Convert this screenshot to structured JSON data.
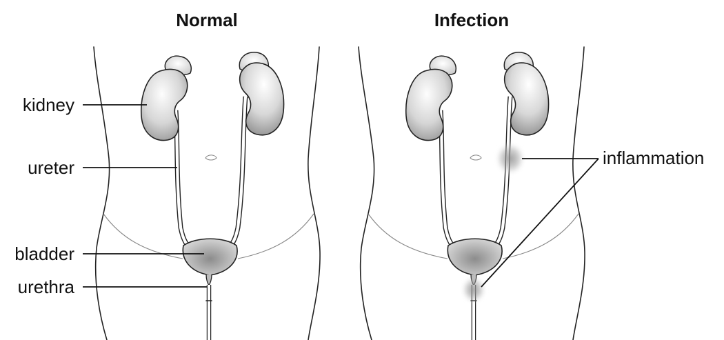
{
  "titles": {
    "normal": "Normal",
    "infection": "Infection"
  },
  "labels": {
    "kidney": "kidney",
    "ureter": "ureter",
    "bladder": "bladder",
    "urethra": "urethra",
    "inflammation": "inflammation"
  },
  "colors": {
    "outline": "#222222",
    "organ_light": "#f2f2f2",
    "organ_dark": "#8a8a8a",
    "inflammation": "#9a9a9a"
  }
}
